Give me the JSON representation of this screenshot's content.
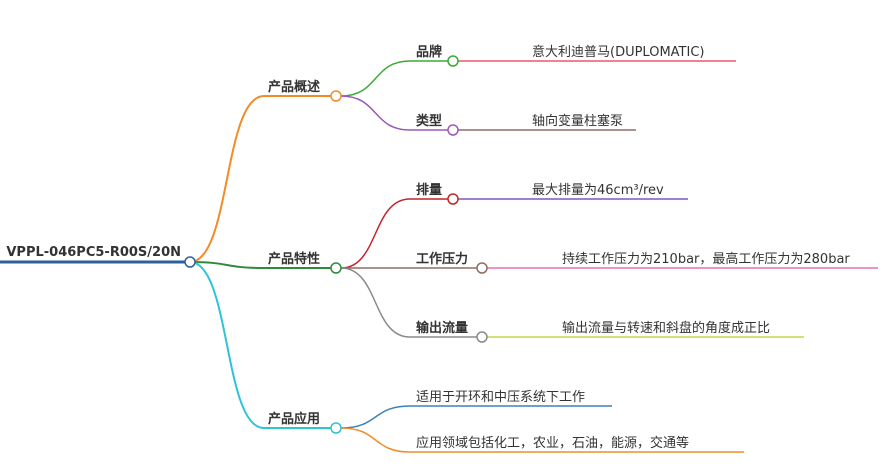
{
  "root": {
    "label": "VPPL-046PC5-R00S/20N",
    "color": "#2f5f9c"
  },
  "branches": [
    {
      "label": "产品概述",
      "color": "#f28c28",
      "children": [
        {
          "label": "品牌",
          "bold": true,
          "color": "#3aaa35",
          "leaf": {
            "text": "意大利迪普马(DUPLOMATIC)",
            "color": "#e8586a"
          }
        },
        {
          "label": "类型",
          "bold": true,
          "color": "#9b59b6",
          "leaf": {
            "text": "轴向变量柱塞泵",
            "color": "#8d6e63"
          }
        }
      ]
    },
    {
      "label": "产品特性",
      "color": "#2e8b3e",
      "children": [
        {
          "label": "排量",
          "bold": true,
          "color": "#c0262c",
          "leaf": {
            "text": "最大排量为46cm³/rev",
            "color": "#7e57c2"
          }
        },
        {
          "label": "工作压力",
          "bold": true,
          "color": "#8d6e63",
          "leaf": {
            "text": "持续工作压力为210bar，最高工作压力为280bar",
            "color": "#ec6fb0"
          }
        },
        {
          "label": "输出流量",
          "bold": true,
          "color": "#8a8a8a",
          "leaf": {
            "text": "输出流量与转速和斜盘的角度成正比",
            "color": "#c6d64a"
          }
        }
      ]
    },
    {
      "label": "产品应用",
      "color": "#2ec4d6",
      "children": [
        {
          "label": "适用于开环和中压系统下工作",
          "bold": false,
          "color": "#3b82b8"
        },
        {
          "label": "应用领域包括化工，农业，石油，能源，交通等",
          "bold": false,
          "color": "#f28c28"
        }
      ]
    }
  ]
}
